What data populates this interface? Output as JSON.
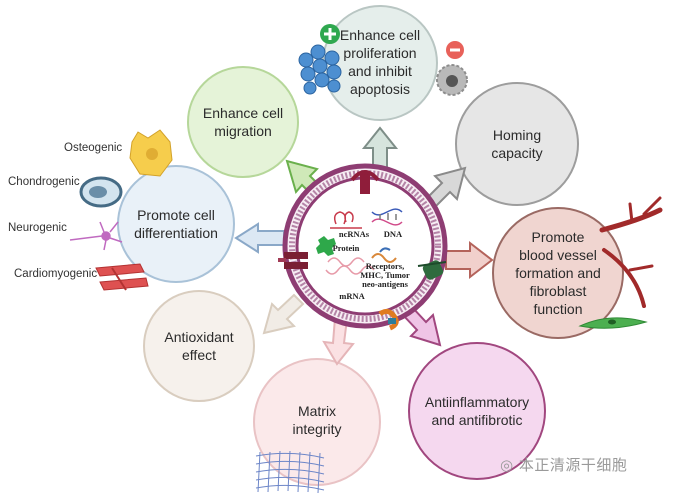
{
  "center": {
    "ncrnas": "ncRNAs",
    "dna": "DNA",
    "protein": "Protein",
    "receptors": "Receptors,\nMHC, Tumor\nneo-antigens",
    "mrna": "mRNA"
  },
  "effects": {
    "proliferation": "Enhance cell\nproliferation\nand inhibit\napoptosis",
    "migration": "Enhance cell\nmigration",
    "homing": "Homing\ncapacity",
    "differentiation": "Promote cell\ndifferentiation",
    "blood_vessel": "Promote\nblood vessel\nformation and\nfibroblast\nfunction",
    "antioxidant": "Antioxidant\neffect",
    "matrix": "Matrix\nintegrity",
    "antiinflammatory": "Antiinflammatory\nand antifibrotic"
  },
  "cell_types": {
    "osteogenic": "Osteogenic",
    "chondrogenic": "Chondrogenic",
    "neurogenic": "Neurogenic",
    "cardiomyogenic": "Cardiomyogenic"
  },
  "watermark": "本正清源干细胞",
  "colors": {
    "proliferation": "#e5eeeb",
    "migration": "#e5f3d8",
    "homing": "#e6e6e6",
    "differentiation": "#e9f1f8",
    "blood_vessel": "#f0d5d0",
    "antioxidant": "#f6f1ec",
    "matrix": "#fbe9ea",
    "antiinflammatory": "#f5d8ef",
    "membrane": "#8e3d73",
    "arrow_grey": "#8f9aa0",
    "arrow_green": "#6ab04c"
  }
}
